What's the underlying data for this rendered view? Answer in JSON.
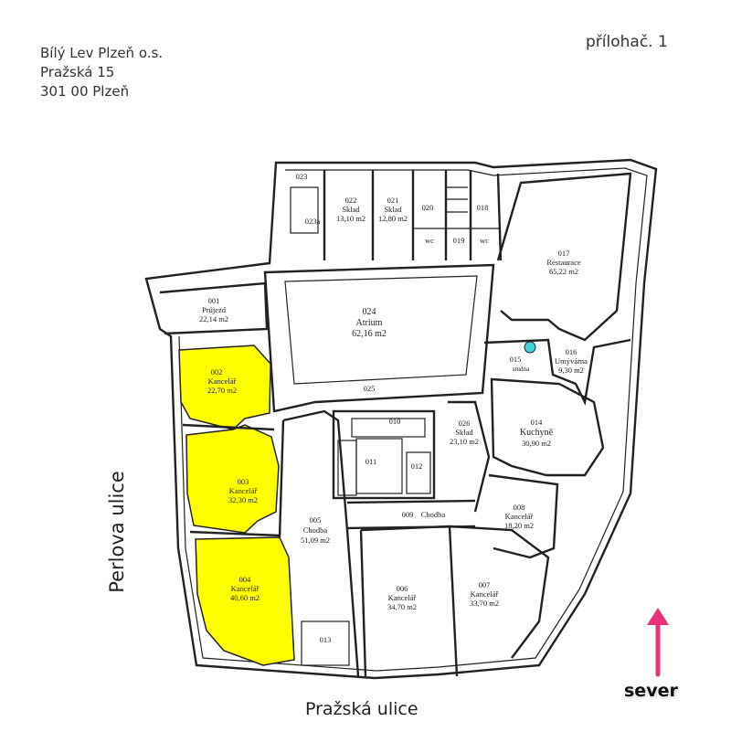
{
  "header": {
    "org_lines": [
      "Bílý Lev Plzeň o.s.",
      "Pražská 15",
      "301 00 Plzeň"
    ],
    "attachment": "přílohač. 1"
  },
  "streets": {
    "bottom": "Pražská ulice",
    "left": "Perlova ulice"
  },
  "north": {
    "label": "sever",
    "color": "#e8337a"
  },
  "colors": {
    "highlight": "#ffff00",
    "well": "#3fd3e0"
  },
  "rooms": {
    "r001": {
      "num": "001",
      "name": "Průjezd",
      "area": "22,14 m2"
    },
    "r002": {
      "num": "002",
      "name": "Kancelář",
      "area": "22,70 m2"
    },
    "r003": {
      "num": "003",
      "name": "Kancelář",
      "area": "32,30 m2"
    },
    "r004": {
      "num": "004",
      "name": "Kancelář",
      "area": "40,60 m2"
    },
    "r005": {
      "num": "005",
      "name": "Chodba",
      "area": "51,09 m2"
    },
    "r006": {
      "num": "006",
      "name": "Kancelář",
      "area": "34,70 m2"
    },
    "r007": {
      "num": "007",
      "name": "Kancelář",
      "area": "33,70 m2"
    },
    "r008": {
      "num": "008",
      "name": "Kancelář",
      "area": "18,20 m2"
    },
    "r009": {
      "num": "009",
      "name": "Chodba"
    },
    "r010": {
      "num": "010"
    },
    "r011": {
      "num": "011"
    },
    "r012": {
      "num": "012"
    },
    "r013": {
      "num": "013"
    },
    "r014": {
      "num": "014",
      "name": "Kuchyně",
      "area": "30,90 m2"
    },
    "r015": {
      "num": "015",
      "name": "studna"
    },
    "r016": {
      "num": "016",
      "name": "Umývárna",
      "area": "9,30 m2"
    },
    "r017": {
      "num": "017",
      "name": "Restaurace",
      "area": "65,22 m2"
    },
    "r018": {
      "num": "018"
    },
    "r019": {
      "num": "019"
    },
    "r020": {
      "num": "020"
    },
    "r021": {
      "num": "021",
      "name": "Sklad",
      "area": "12,80 m2"
    },
    "r022": {
      "num": "022",
      "name": "Sklad",
      "area": "13,10 m2"
    },
    "r023": {
      "num": "023"
    },
    "r023a": {
      "num": "023a"
    },
    "r024": {
      "num": "024",
      "name": "Atrium",
      "area": "62,16 m2"
    },
    "r025": {
      "num": "025"
    },
    "r026": {
      "num": "026",
      "name": "Sklad",
      "area": "23,10 m2"
    },
    "wc": "wc"
  }
}
